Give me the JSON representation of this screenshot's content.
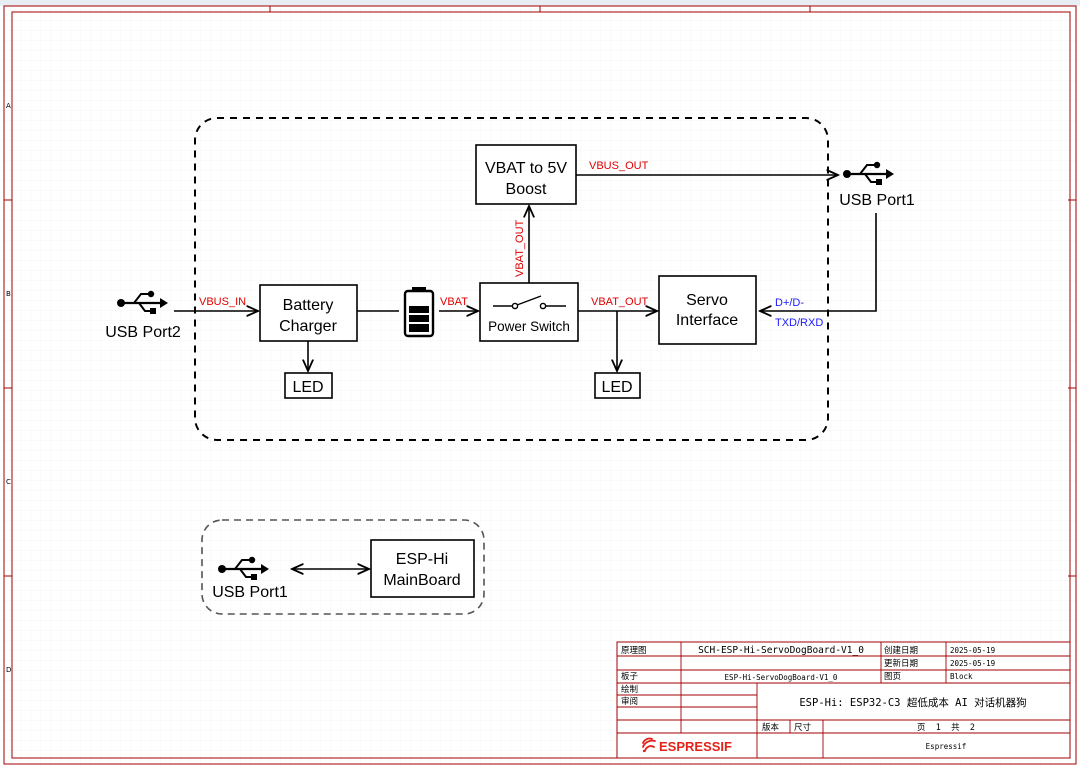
{
  "blocks": {
    "boost": [
      "VBAT to 5V",
      "Boost"
    ],
    "charger": [
      "Battery",
      "Charger"
    ],
    "power_switch": "Power Switch",
    "servo": [
      "Servo",
      "Interface"
    ],
    "led1": "LED",
    "led2": "LED",
    "mainboard": [
      "ESP-Hi",
      "MainBoard"
    ]
  },
  "ports": {
    "usb_port1": "USB Port1",
    "usb_port2": "USB Port2",
    "usb_port1_bottom": "USB Port1"
  },
  "nets": {
    "vbus_in": "VBUS_IN",
    "vbat": "VBAT",
    "vbat_out_vertical": "VBAT_OUT",
    "vbus_out": "VBUS_OUT",
    "vbat_out": "VBAT_OUT",
    "dp_dm": "D+/D-",
    "txd_rxd": "TXD/RXD"
  },
  "colors": {
    "net_red": "#e00000",
    "net_blue": "#1a1aff",
    "title_border": "#a00000",
    "grid": "#ececec"
  },
  "title_block": {
    "schematic_label": "原理图",
    "schematic_value": "SCH-ESP-Hi-ServoDogBoard-V1_0",
    "board_label": "板子",
    "board_value": "ESP-Hi-ServoDogBoard-V1_0",
    "drawn_label": "绘制",
    "review_label": "审阅",
    "created_label": "创建日期",
    "created_value": "2025-05-19",
    "updated_label": "更新日期",
    "updated_value": "2025-05-19",
    "page_label": "图页",
    "page_value": "Block",
    "description": "ESP-Hi: ESP32-C3 超低成本 AI 对话机器狗",
    "version_label": "版本",
    "size_label": "尺寸",
    "page_of": "页  1  共  2",
    "company": "Espressif",
    "logo_text": "ESPRESSIF"
  },
  "border_letters": [
    "A",
    "B",
    "C",
    "D"
  ]
}
